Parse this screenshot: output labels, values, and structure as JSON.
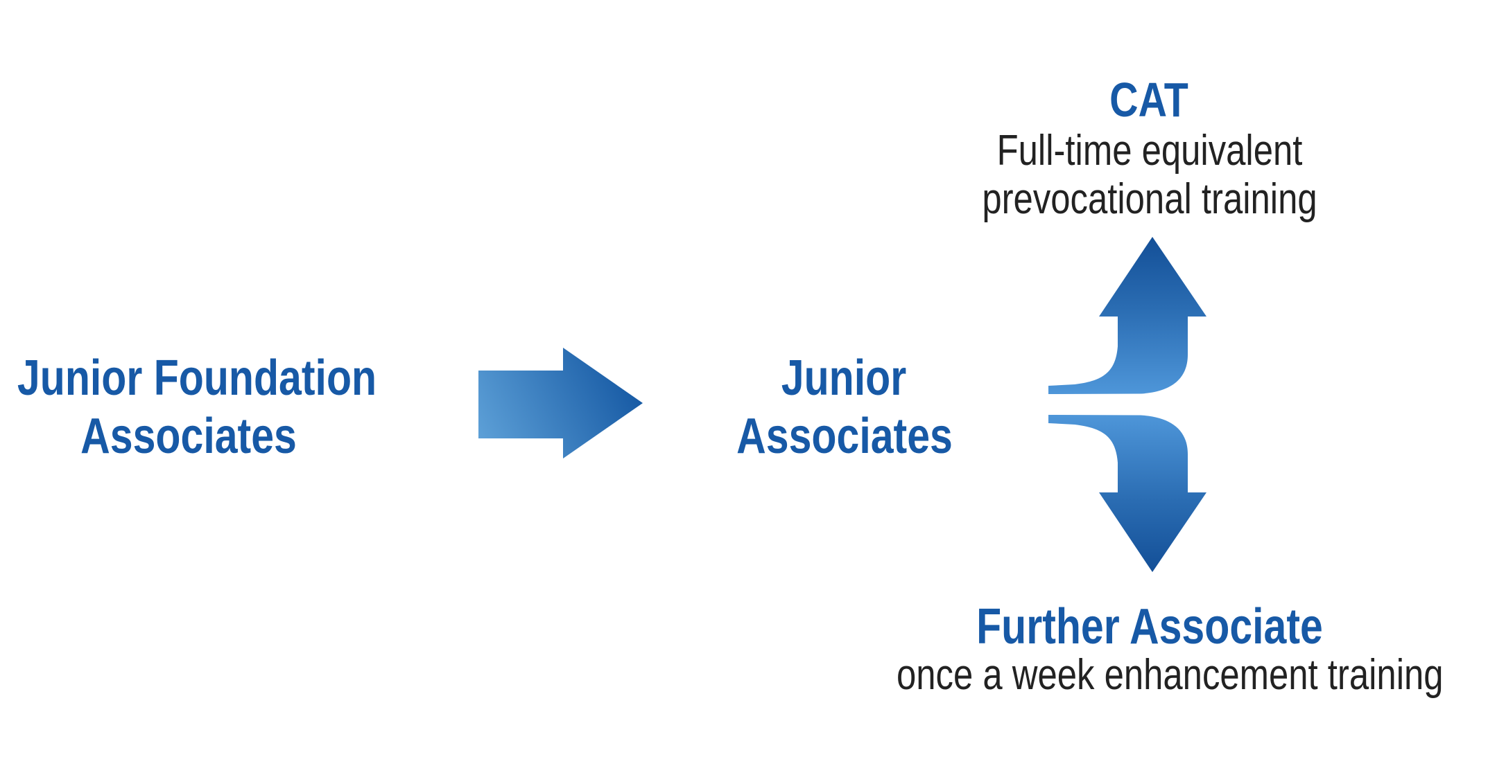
{
  "colors": {
    "background": "#ffffff",
    "heading_blue": "#1759A6",
    "body_black": "#222222",
    "arrow_light": "#5EA1D8",
    "arrow_dark": "#10539F",
    "branch_light": "#4E96D9",
    "branch_mid": "#2A6CB2",
    "branch_dark": "#134F97"
  },
  "nodes": {
    "start": {
      "line1": "Junior Foundation",
      "line2": "Associates"
    },
    "center": {
      "line1": "Junior",
      "line2": "Associates"
    },
    "cat": {
      "title": "CAT",
      "desc1": "Full-time equivalent",
      "desc2": "prevocational training"
    },
    "further": {
      "title": "Further Associate",
      "desc": "once a week enhancement training"
    }
  }
}
